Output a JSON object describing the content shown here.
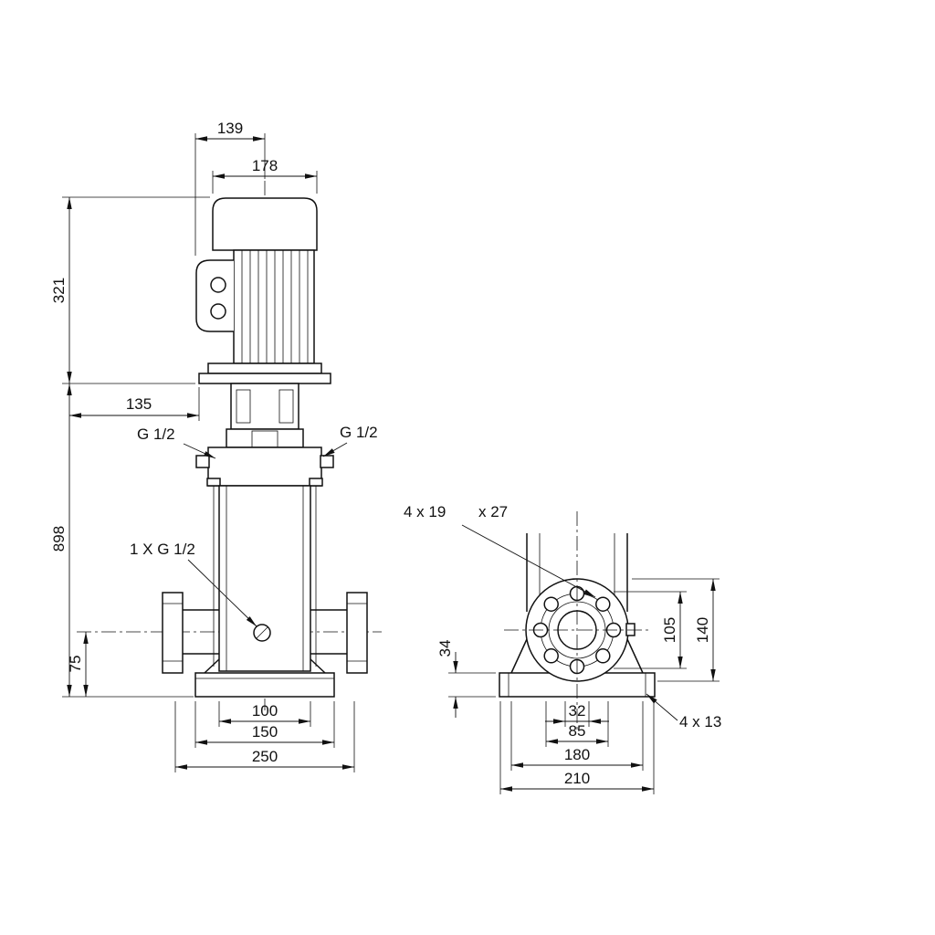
{
  "drawing": {
    "front": {
      "dim_139": "139",
      "dim_178": "178",
      "dim_321": "321",
      "dim_135": "135",
      "dim_898": "898",
      "dim_75": "75",
      "dim_100": "100",
      "dim_150": "150",
      "dim_250": "250",
      "plug_left": "G 1/2",
      "plug_right": "G 1/2",
      "drain_plug": "1 X G 1/2"
    },
    "side": {
      "hole_note_a": "4 x 19",
      "hole_note_b": "x 27",
      "base_hole_note": "4 x 13",
      "dim_34": "34",
      "dim_105": "105",
      "dim_140": "140",
      "dim_32": "32",
      "dim_85": "85",
      "dim_180": "180",
      "dim_210": "210"
    }
  }
}
